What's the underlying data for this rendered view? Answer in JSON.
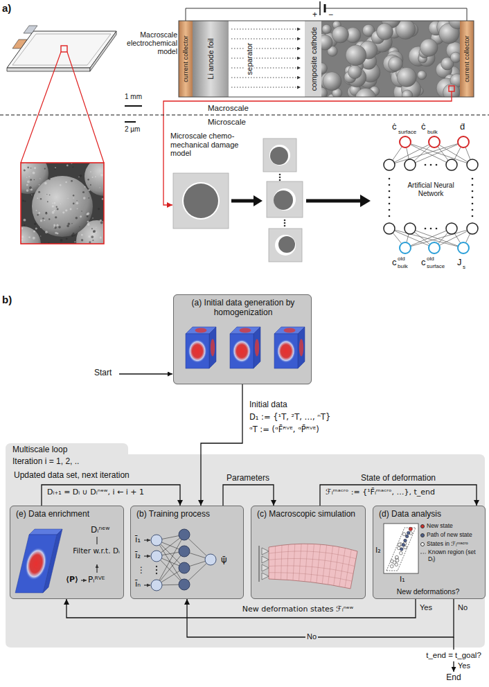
{
  "diagram": {
    "nodes": [
      {
        "text": [
          "current collector"
        ]
      },
      {
        "text": [
          "Li anode foil"
        ]
      },
      {
        "text": [
          "separator"
        ]
      },
      {
        "text": [
          "composite cathode"
        ]
      },
      {
        "text": [
          "current collector"
        ]
      },
      {
        "text": [
          "(a) Initial data generation by homogenization"
        ]
      },
      {
        "text": [
          "Multiscale loop",
          "Iteration i = 1, 2, .."
        ]
      },
      {
        "text": [
          "(e) Data enrichment",
          "Dᵢⁿᵉʷ",
          "Filter w.r.t. Dᵢ",
          "⟨P⟩",
          "Pᵢᴿⱽᴱ"
        ],
        "in": 6
      },
      {
        "text": [
          "(b) Training process",
          "ī₁",
          "ī₂",
          "⋮",
          "īₙ",
          "ψ̄"
        ],
        "in": 6
      },
      {
        "text": [
          "(c) Macroscopic simulation"
        ],
        "in": 6
      },
      {
        "text": [
          "(d) Data analysis",
          "I₂",
          "I₁",
          "New deformations?"
        ],
        "in": 6
      }
    ],
    "edges": [
      {
        "from": 5,
        "to": 8,
        "arrow": "to",
        "label": "Initial data"
      },
      {
        "from": 7,
        "to": 8,
        "arrow": "to",
        "label": "Updated data set, next iteration"
      },
      {
        "from": 8,
        "to": 9,
        "arrow": "to",
        "label": "Parameters"
      },
      {
        "from": 9,
        "to": 10,
        "arrow": "to",
        "label": "State of deformation"
      },
      {
        "from": 10,
        "to": 7,
        "arrow": "to",
        "label": "New deformation states ℱᵢⁿᵉʷ"
      },
      {
        "from": 10,
        "to": 8,
        "arrow": "to",
        "label": "No"
      }
    ],
    "labels": [
      "a)",
      "+",
      "−",
      "Macroscale electrochemical model",
      "1 mm",
      "Macroscale",
      "Microscale",
      "2 µm",
      "Microscale chemo-mechanical damage model",
      "ċ",
      "surface",
      "ċ",
      "bulk",
      "ḋ",
      "Artificial Neural Network",
      "c",
      "old",
      "bulk",
      "c",
      "old",
      "surface",
      "J",
      "s",
      "b)",
      "Start",
      "D₁ := {¹T, ²T, …, ⁿT}",
      "ᵅT := (ᵅF̄ᴿⱽᴱ, ᵅP̄ᴿⱽᴱ)",
      "Dᵢ₊₁ = Dᵢ ∪ Dᵢⁿᵉʷ, i ← i + 1",
      "ℱᵢᵐᵃᶜʳᵒ := {¹F̄ᵢᵐᵃᶜʳᵒ, …}, t_end",
      "Yes",
      "No",
      "t_end = t_goal?",
      "Yes",
      "End"
    ],
    "legend": [
      {
        "text": "New state",
        "color": "#d9302c"
      },
      {
        "text": "Path of new state",
        "color": "#4f6190"
      },
      {
        "text": "States in ℱᵢᵐᵃᶜʳᵒ",
        "color": "#ffffff"
      },
      {
        "text": "Known region (set Dᵢ)"
      }
    ]
  }
}
